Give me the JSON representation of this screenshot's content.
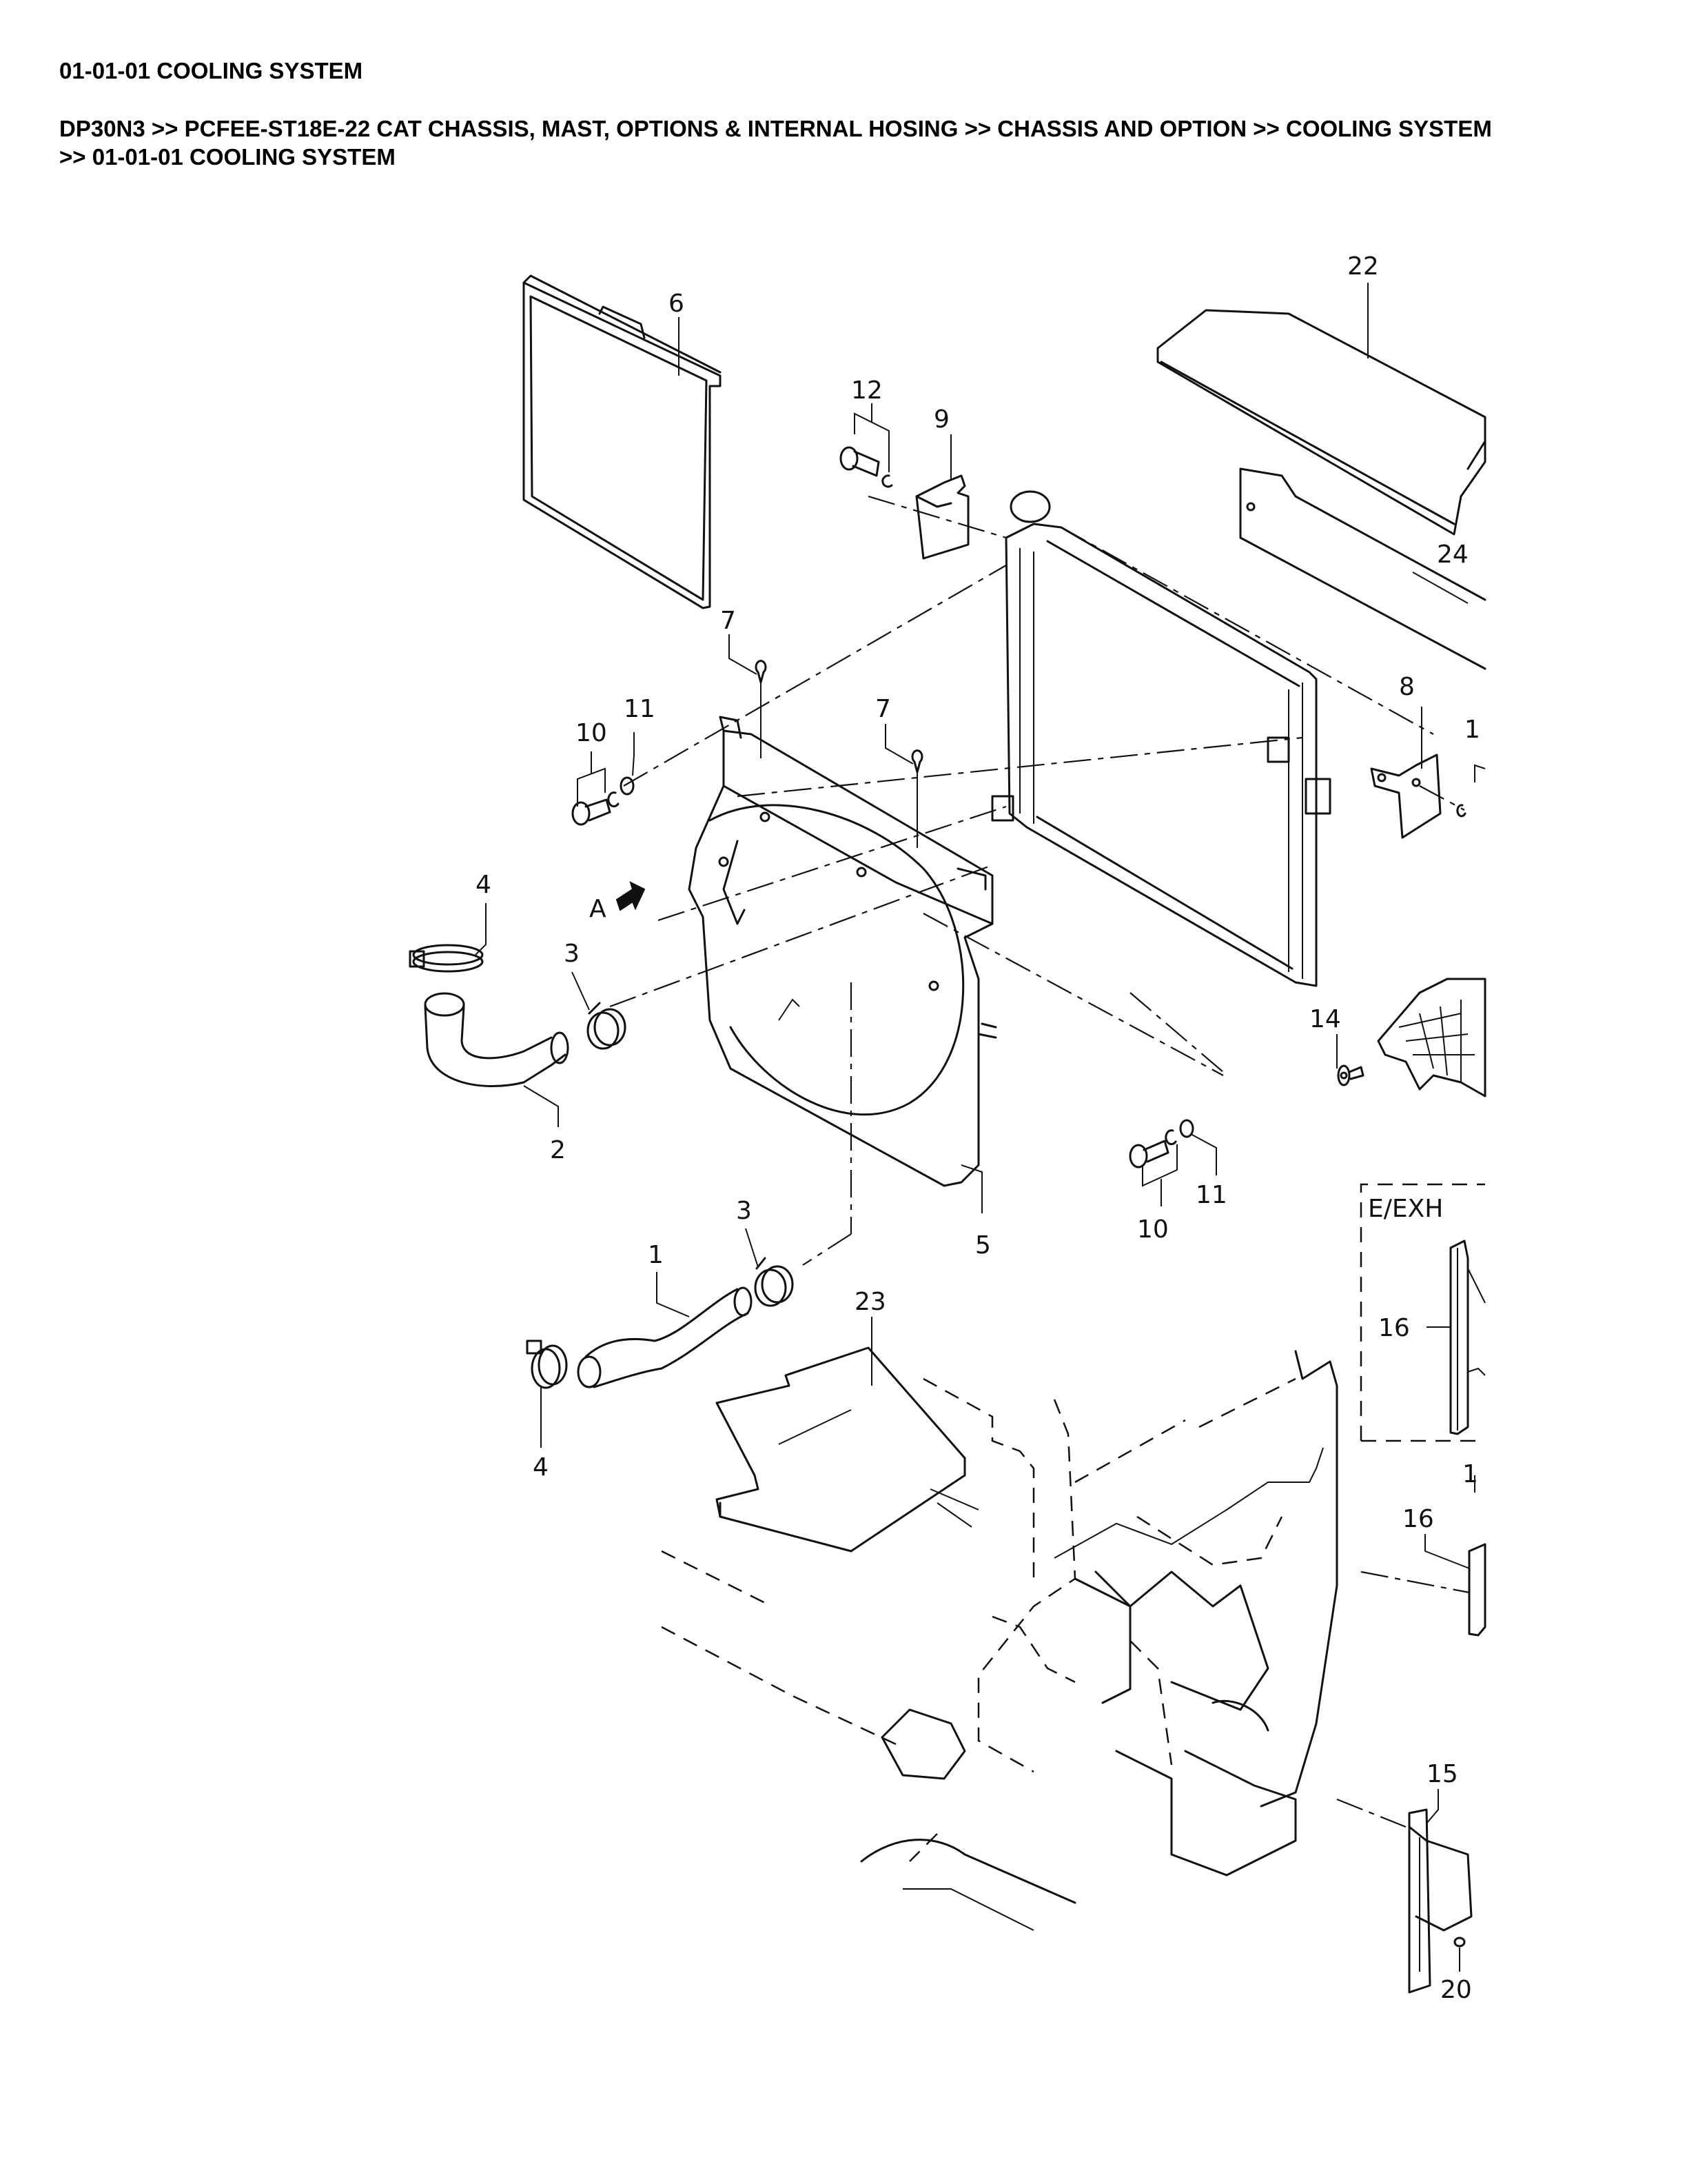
{
  "page": {
    "title": "01-01-01 COOLING SYSTEM",
    "breadcrumb": {
      "items": [
        {
          "label": "DP30N3"
        },
        {
          "label": "PCFEE-ST18E-22 CAT CHASSIS, MAST, OPTIONS & INTERNAL HOSING"
        },
        {
          "label": "CHASSIS AND OPTION"
        },
        {
          "label": "COOLING SYSTEM"
        },
        {
          "label": "01-01-01 COOLING SYSTEM"
        }
      ],
      "separator": ">>"
    }
  },
  "diagram": {
    "name": "cooling-system-exploded-view",
    "view_marker": "A",
    "inset_label": "E/EXH",
    "callouts": [
      {
        "id": "c6",
        "number": "6",
        "part": "radiator screen / frame"
      },
      {
        "id": "c22",
        "number": "22",
        "part": "upper cover"
      },
      {
        "id": "c24",
        "number": "24",
        "part": "seal plate"
      },
      {
        "id": "c12",
        "number": "12",
        "part": "bolt with washer"
      },
      {
        "id": "c9",
        "number": "9",
        "part": "bracket"
      },
      {
        "id": "c7a",
        "number": "7",
        "part": "clip"
      },
      {
        "id": "c7b",
        "number": "7",
        "part": "clip"
      },
      {
        "id": "c10a",
        "number": "10",
        "part": "bolt with washer"
      },
      {
        "id": "c11a",
        "number": "11",
        "part": "washer"
      },
      {
        "id": "c8",
        "number": "8",
        "part": "bracket"
      },
      {
        "id": "c1top",
        "number": "1",
        "part": "partial callout"
      },
      {
        "id": "c4a",
        "number": "4",
        "part": "hose clamp"
      },
      {
        "id": "c3a",
        "number": "3",
        "part": "hose clamp"
      },
      {
        "id": "c2",
        "number": "2",
        "part": "upper radiator hose"
      },
      {
        "id": "c14",
        "number": "14",
        "part": "fastener"
      },
      {
        "id": "c10b",
        "number": "10",
        "part": "bolt with washer"
      },
      {
        "id": "c11b",
        "number": "11",
        "part": "washer"
      },
      {
        "id": "c5",
        "number": "5",
        "part": "fan shroud"
      },
      {
        "id": "c3b",
        "number": "3",
        "part": "hose clamp"
      },
      {
        "id": "c1",
        "number": "1",
        "part": "lower radiator hose"
      },
      {
        "id": "c23",
        "number": "23",
        "part": "cover plate"
      },
      {
        "id": "c4b",
        "number": "4",
        "part": "hose clamp"
      },
      {
        "id": "c16a",
        "number": "16",
        "part": "support rail (E/EXH)"
      },
      {
        "id": "c1mid",
        "number": "1",
        "part": "partial callout"
      },
      {
        "id": "c16b",
        "number": "16",
        "part": "support rail"
      },
      {
        "id": "c15",
        "number": "15",
        "part": "bracket"
      },
      {
        "id": "c20",
        "number": "20",
        "part": "nut"
      }
    ]
  }
}
